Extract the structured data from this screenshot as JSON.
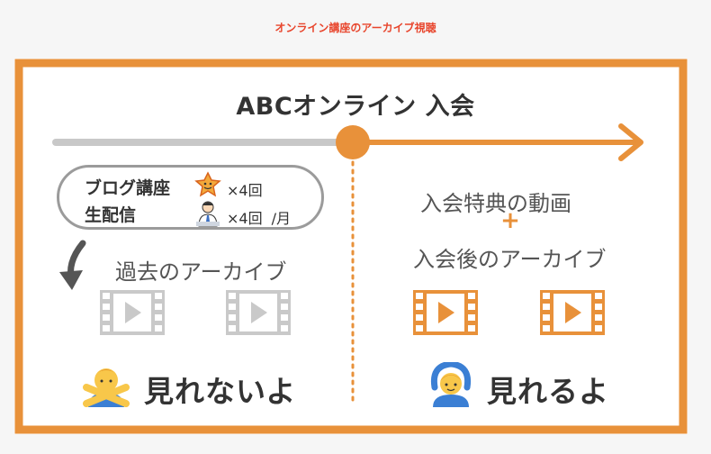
{
  "top_title": "オンライン講座のアーカイブ視聴",
  "diagram_title": "ABCオンライン 入会",
  "left": {
    "rows": [
      {
        "label": "ブログ講座",
        "icon": "star-face-icon",
        "count": "×4回",
        "unit": ""
      },
      {
        "label": "生配信",
        "icon": "presenter-icon",
        "count": "×4回",
        "unit": "/月"
      }
    ],
    "archive_label": "過去のアーカイブ",
    "result": "見れないよ",
    "result_icon": "no-gesture-person-icon"
  },
  "right": {
    "line1": "入会特典の動画",
    "plus": "+",
    "line2": "入会後のアーカイブ",
    "result": "見れるよ",
    "result_icon": "ok-gesture-person-icon"
  },
  "colors": {
    "accent": "#e8913a",
    "title_red": "#e8452c",
    "gray_line": "#c8c8c8",
    "gray_film": "#c9c9c9",
    "text": "#333333"
  }
}
